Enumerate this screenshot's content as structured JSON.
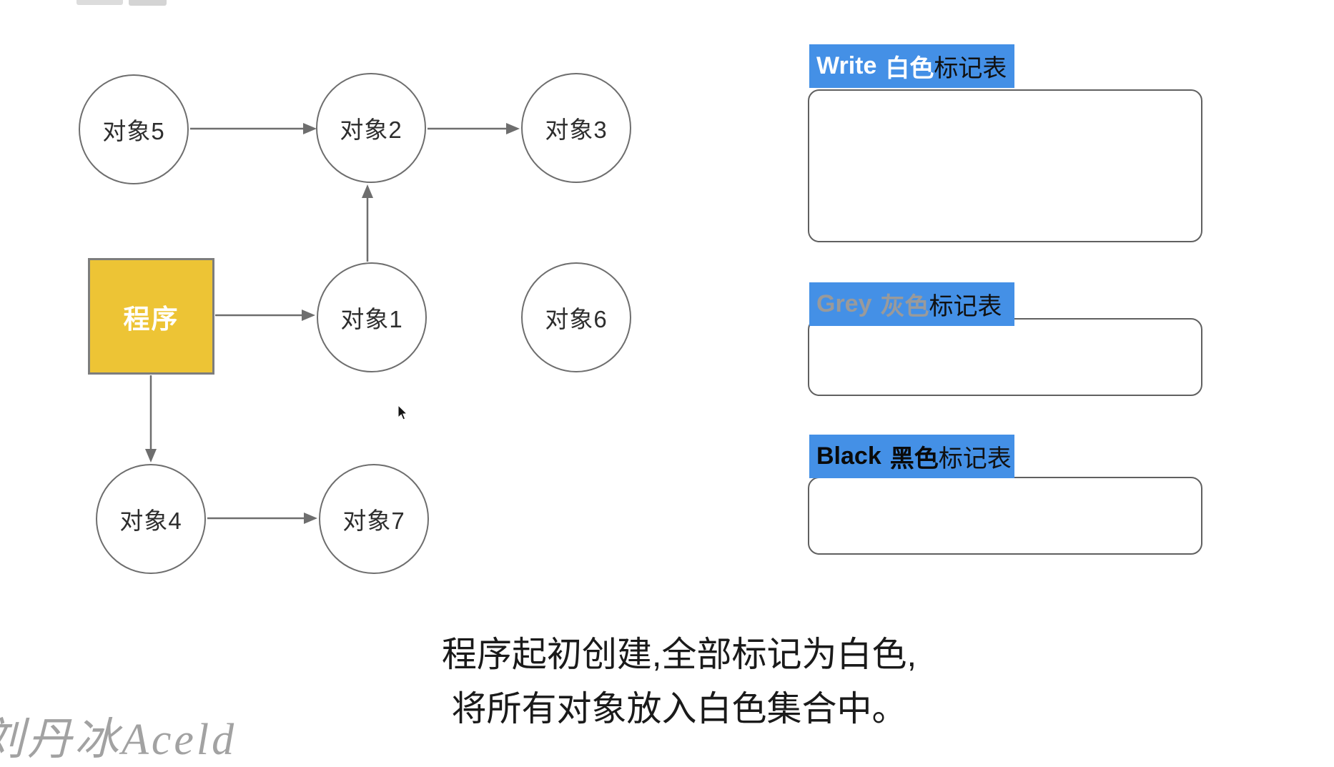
{
  "diagram": {
    "program": {
      "label": "程序"
    },
    "nodes": {
      "n1": {
        "label": "对象1"
      },
      "n2": {
        "label": "对象2"
      },
      "n3": {
        "label": "对象3"
      },
      "n4": {
        "label": "对象4"
      },
      "n5": {
        "label": "对象5"
      },
      "n6": {
        "label": "对象6"
      },
      "n7": {
        "label": "对象7"
      }
    },
    "edges": [
      "对象5 → 对象2",
      "对象2 → 对象3",
      "对象1 → 对象2",
      "程序 → 对象1",
      "程序 → 对象4",
      "对象4 → 对象7"
    ]
  },
  "panels": {
    "white": {
      "word": "Write",
      "color_word": "白色",
      "suffix": "标记表"
    },
    "grey": {
      "word": "Grey",
      "color_word": "灰色",
      "suffix": "标记表"
    },
    "black": {
      "word": "Black",
      "color_word": "黑色",
      "suffix": "标记表"
    }
  },
  "caption": {
    "line1": "程序起初创建,全部标记为白色,",
    "line2": "将所有对象放入白色集合中。"
  },
  "watermark": {
    "text": "刘丹冰Aceld"
  },
  "colors": {
    "label_blue": "#4490e6",
    "program_yellow": "#edc435",
    "stroke_grey": "#6e6e6e",
    "grey_label_text": "#9a9a9a"
  }
}
